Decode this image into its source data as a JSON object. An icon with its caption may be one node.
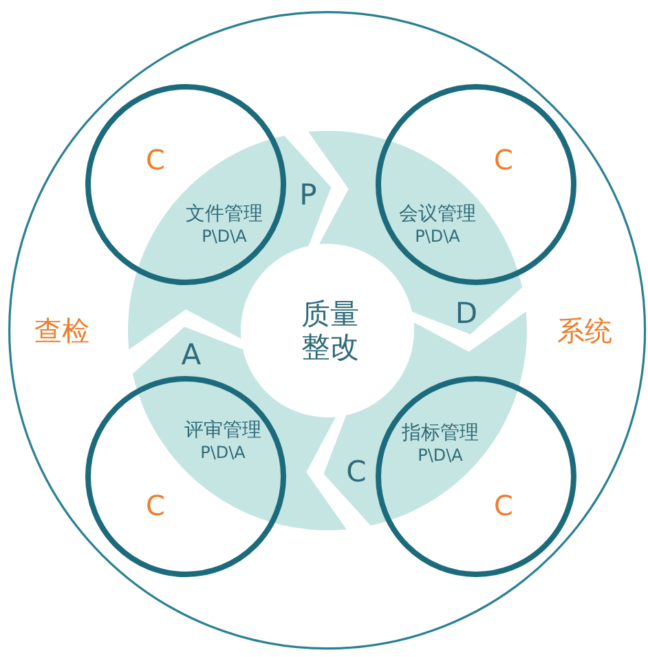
{
  "diagram": {
    "nodes": [
      {
        "text": [
          "查检",
          "系统"
        ]
      },
      {
        "text": [
          "质量整改"
        ],
        "in": 0
      },
      {
        "text": [
          "P"
        ],
        "in": 0
      },
      {
        "text": [
          "D"
        ],
        "in": 0
      },
      {
        "text": [
          "C"
        ],
        "in": 0
      },
      {
        "text": [
          "A"
        ],
        "in": 0
      },
      {
        "text": [
          "C",
          "文件管理",
          "P\\D\\A"
        ],
        "in": 0
      },
      {
        "text": [
          "C",
          "会议管理",
          "P\\D\\A"
        ],
        "in": 0
      },
      {
        "text": [
          "评审管理",
          "P\\D\\A",
          "C"
        ],
        "in": 0
      },
      {
        "text": [
          "指标管理",
          "P\\D\\A",
          "C"
        ],
        "in": 0
      }
    ]
  }
}
